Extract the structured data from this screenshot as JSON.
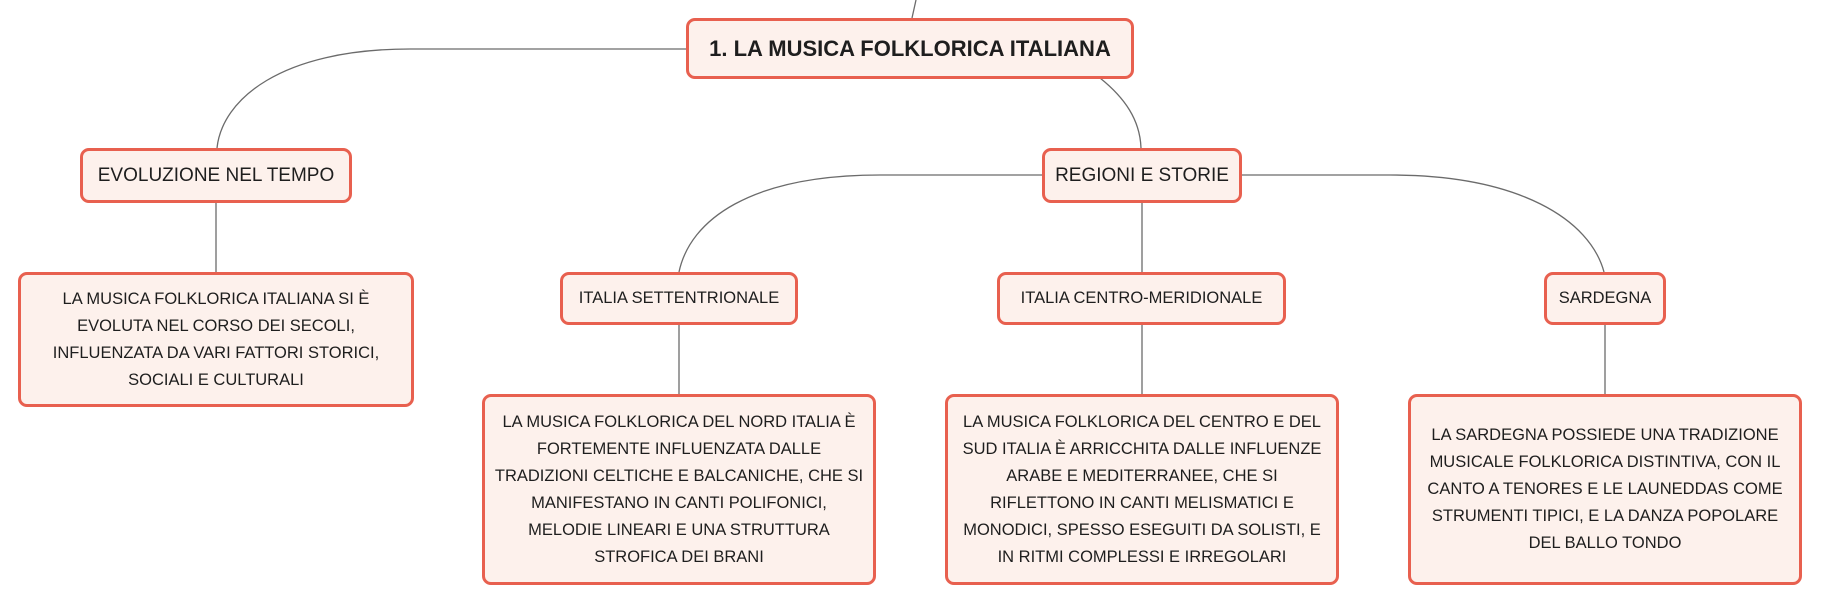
{
  "mindmap": {
    "root": {
      "label": "1. LA MUSICA FOLKLORICA ITALIANA"
    },
    "branch_evoluzione": {
      "label": "EVOLUZIONE NEL TEMPO",
      "detail": "LA MUSICA FOLKLORICA ITALIANA SI È EVOLUTA NEL CORSO DEI SECOLI, INFLUENZATA DA VARI FATTORI STORICI, SOCIALI E CULTURALI"
    },
    "branch_regioni": {
      "label": "REGIONI E STORIE",
      "nord": {
        "label": "ITALIA SETTENTRIONALE",
        "detail": "LA MUSICA FOLKLORICA DEL NORD ITALIA È FORTEMENTE INFLUENZATA DALLE TRADIZIONI CELTICHE E BALCANICHE, CHE SI MANIFESTANO IN CANTI POLIFONICI, MELODIE LINEARI E UNA STRUTTURA STROFICA DEI BRANI"
      },
      "centro_sud": {
        "label": "ITALIA CENTRO-MERIDIONALE",
        "detail": "LA MUSICA FOLKLORICA DEL CENTRO E DEL SUD ITALIA È ARRICCHITA DALLE INFLUENZE ARABE E MEDITERRANEE, CHE SI RIFLETTONO IN CANTI MELISMATICI E MONODICI, SPESSO ESEGUITI DA SOLISTI, E IN RITMI COMPLESSI E IRREGOLARI"
      },
      "sardegna": {
        "label": "SARDEGNA",
        "detail": "LA SARDEGNA POSSIEDE UNA TRADIZIONE MUSICALE FOLKLORICA DISTINTIVA, CON IL CANTO A TENORES E LE LAUNEDDAS COME STRUMENTI TIPICI, E LA DANZA POPOLARE DEL BALLO TONDO"
      }
    }
  }
}
